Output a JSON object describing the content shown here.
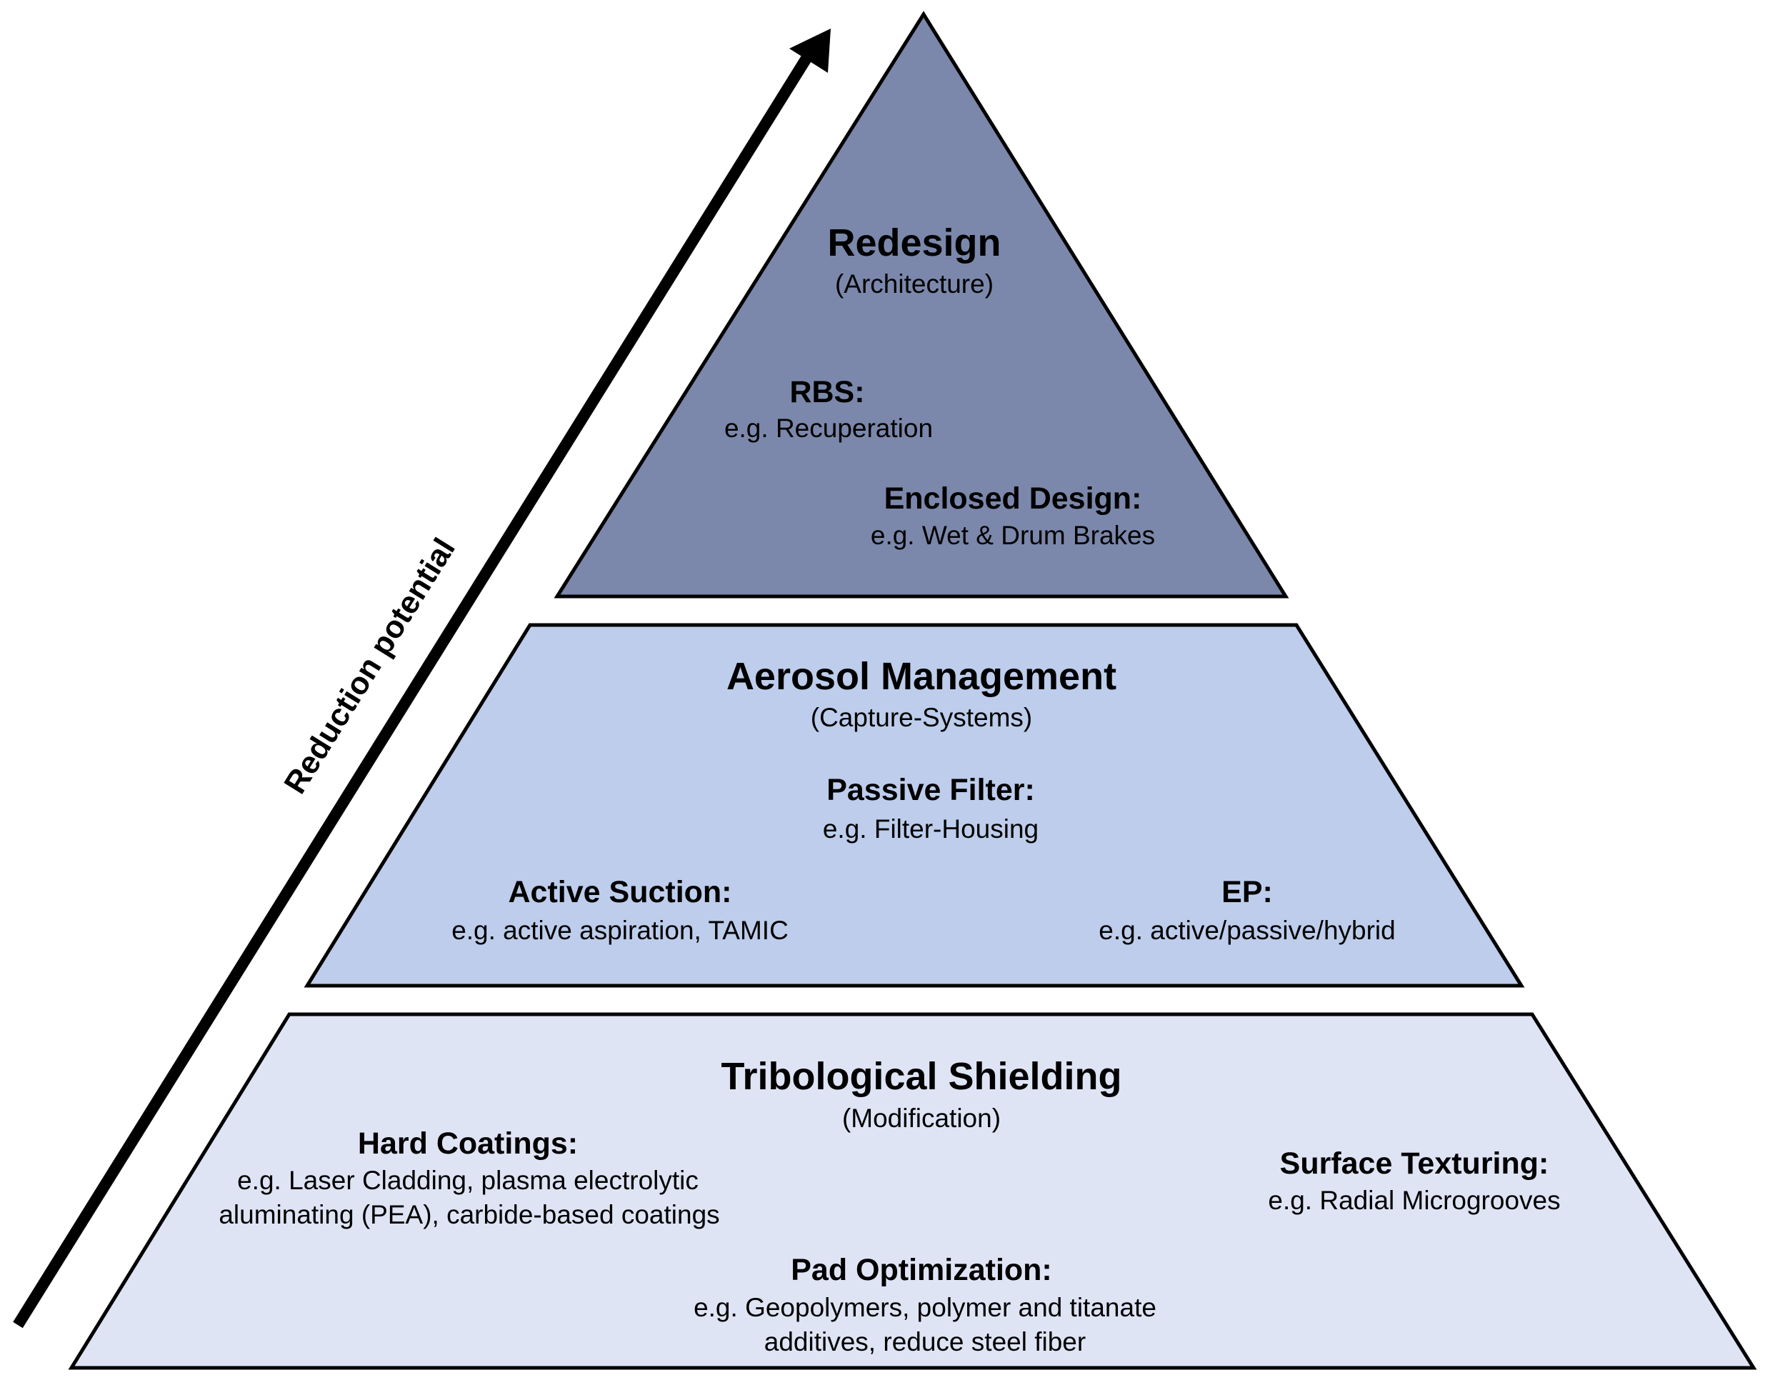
{
  "colors": {
    "top_tier": "#7b88ab",
    "middle_tier": "#bdcdeb",
    "bottom_tier": "#dfe4f5",
    "outline": "#000000",
    "arrow": "#000000"
  },
  "arrow": {
    "label": "Reduction potential"
  },
  "tiers": {
    "top": {
      "title": "Redesign",
      "subtitle": "(Architecture)",
      "items": [
        {
          "heading": "RBS:",
          "desc": [
            "e.g. Recuperation"
          ]
        },
        {
          "heading": "Enclosed Design:",
          "desc": [
            "e.g. Wet & Drum Brakes"
          ]
        }
      ]
    },
    "middle": {
      "title": "Aerosol Management",
      "subtitle": "(Capture-Systems)",
      "items": [
        {
          "heading": "Passive Filter:",
          "desc": [
            "e.g. Filter-Housing"
          ]
        },
        {
          "heading": "Active Suction:",
          "desc": [
            "e.g. active aspiration, TAMIC"
          ]
        },
        {
          "heading": "EP:",
          "desc": [
            "e.g. active/passive/hybrid"
          ]
        }
      ]
    },
    "bottom": {
      "title": "Tribological Shielding",
      "subtitle": "(Modification)",
      "items": [
        {
          "heading": "Hard Coatings:",
          "desc": [
            "e.g. Laser Cladding, plasma electrolytic",
            "aluminating (PEA), carbide-based coatings"
          ]
        },
        {
          "heading": "Surface Texturing:",
          "desc": [
            "e.g. Radial Microgrooves"
          ]
        },
        {
          "heading": "Pad Optimization:",
          "desc": [
            "e.g. Geopolymers, polymer and titanate",
            "additives, reduce steel fiber"
          ]
        }
      ]
    }
  }
}
